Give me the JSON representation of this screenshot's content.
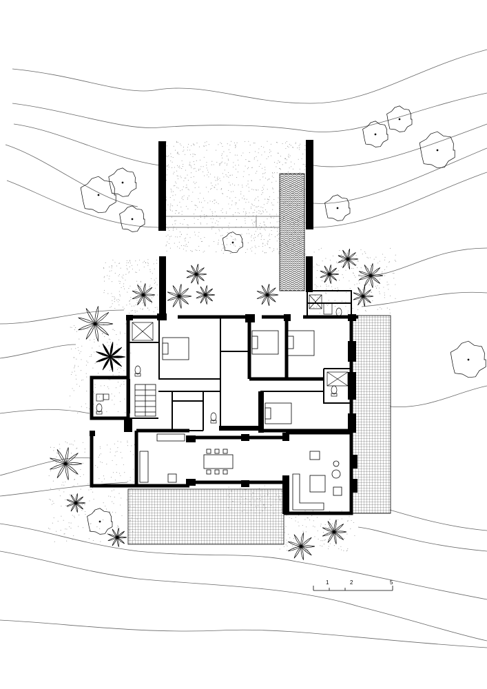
{
  "scale_bar": {
    "labels": [
      "1",
      "2",
      "5"
    ]
  },
  "colors": {
    "ink": "#000000",
    "paper": "#ffffff",
    "contour": "#555555",
    "stipple": "#9a9a9a",
    "grid": "#333333"
  }
}
